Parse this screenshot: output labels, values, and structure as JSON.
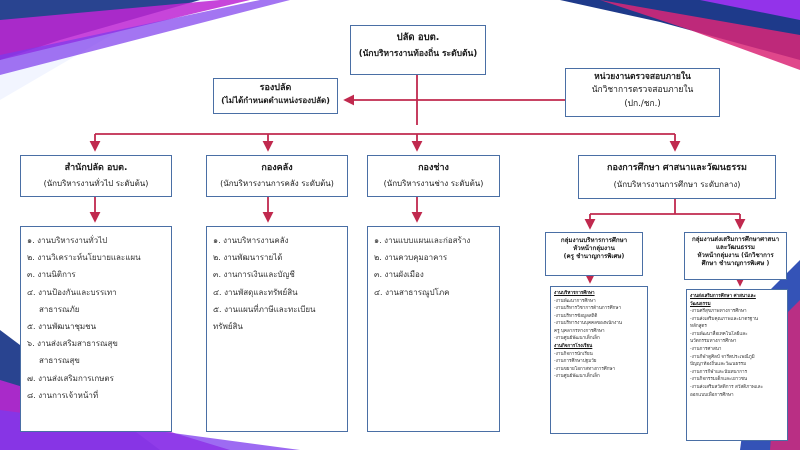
{
  "top": {
    "title": "ปลัด อบต.",
    "subtitle": "(นักบริหารงานท้องถิ่น ระดับต้น)"
  },
  "deputy": {
    "title": "รองปลัด",
    "subtitle": "(ไม่ได้กำหนดตำแหน่งรองปลัด)"
  },
  "audit": {
    "line1": "หน่วยงานตรวจสอบภายใน",
    "line2": "นักวิชาการตรวจสอบภายใน",
    "line3": "(ปก./ชก.)"
  },
  "departments": [
    {
      "title": "สำนักปลัด อบต.",
      "subtitle": "(นักบริหารงานทั่วไป ระดับต้น)",
      "items": [
        "๑. งานบริหารงานทั่วไป",
        "๒. งานวิเคราะห์นโยบายและแผน",
        "๓. งานนิติการ",
        "๔. งานป้องกันและบรรเทา",
        "สาธารณภัย",
        "๕. งานพัฒนาชุมชน",
        "๖. งานส่งเสริมสาธารณสุข",
        "สาธารณสุข",
        "๗. งานส่งเสริมการเกษตร",
        "๘. งานการเจ้าหน้าที่"
      ]
    },
    {
      "title": "กองคลัง",
      "subtitle": "(นักบริหารงานการคลัง ระดับต้น)",
      "items": [
        "๑. งานบริหารงานคลัง",
        "๒. งานพัฒนารายได้",
        "๓. งานการเงินและบัญชี",
        "๔. งานพัสดุและทรัพย์สิน",
        "๕. งานแผนที่ภาษีและทะเบียน",
        "ทรัพย์สิน"
      ]
    },
    {
      "title": "กองช่าง",
      "subtitle": "(นักบริหารงานช่าง ระดับต้น)",
      "items": [
        "๑. งานแบบแผนและก่อสร้าง",
        "๒. งานควบคุมอาคาร",
        "๓. งานผังเมือง",
        "๔. งานสาธารณูปโภค"
      ]
    },
    {
      "title": "กองการศึกษา ศาสนาและวัฒนธรรม",
      "subtitle": "(นักบริหารงานการศึกษา ระดับกลาง)"
    }
  ],
  "edu_groups": [
    {
      "line1": "กลุ่มงานบริหารการศึกษา",
      "line2": "หัวหน้ากลุ่มงาน",
      "line3": "(ครู ชำนาญการพิเศษ)",
      "items": [
        {
          "text": "งานบริหารการศึกษา",
          "h": true
        },
        {
          "text": "-งานพัฒนาการศึกษา"
        },
        {
          "text": "-งานบริหารวิชาการด้านการศึกษา"
        },
        {
          "text": "-งานบริหารข้อมูลสถิติ"
        },
        {
          "text": "-งานบริหารงานบุคคลของพนักงาน"
        },
        {
          "text": "ครู บุคลากรทางการศึกษา"
        },
        {
          "text": "-งานศูนย์พัฒนาเด็กเล็ก"
        },
        {
          "text": "งานกิจการโรงเรียน",
          "h": true
        },
        {
          "text": "-งานกิจการนักเรียน"
        },
        {
          "text": "-งานการศึกษาปฐมวัย"
        },
        {
          "text": "-งานขยายโอกาสทางการศึกษา"
        },
        {
          "text": "-งานศูนย์พัฒนาเด็กเล็ก"
        }
      ]
    },
    {
      "line1": "กลุ่มงานส่งเสริมการศึกษาศาสนา",
      "line2": "และวัฒนธรรม",
      "line3": "หัวหน้ากลุ่มงาน (นักวิชาการ",
      "line4": "ศึกษา ชำนาญการพิเศษ )",
      "items": [
        {
          "text": "งานส่งเสริมการศึกษา ศาสนาและ",
          "h": true
        },
        {
          "text": "วัฒนธรรม",
          "h": true
        },
        {
          "text": "-งานศรีสุขภาพทางการศึกษา"
        },
        {
          "text": "-งานส่งเสริมคุณภาพและมาตรฐาน"
        },
        {
          "text": "หลักสูตร"
        },
        {
          "text": "-งานพัฒนาสื่อเทคโนโลยีและ"
        },
        {
          "text": "นวัตกรรมทางการศึกษา"
        },
        {
          "text": "-งานการศาสนา"
        },
        {
          "text": "-งานกีฬาดูศิลป์ จารีตประเพณีภูมิ"
        },
        {
          "text": "ปัญญาท้องถิ่นและวัฒนธรรม"
        },
        {
          "text": "-งานการกีฬาและนันทนาการ"
        },
        {
          "text": "-งานกิจกรรมเด็กและเยาวชน"
        },
        {
          "text": "-งานส่งเสริมสวัสดิการ สวัสดิภาพและ"
        },
        {
          "text": "ออกแบบเพื่อการศึกษา"
        }
      ]
    }
  ],
  "colors": {
    "connector": "#c0294e",
    "border": "#4a6fa5"
  }
}
